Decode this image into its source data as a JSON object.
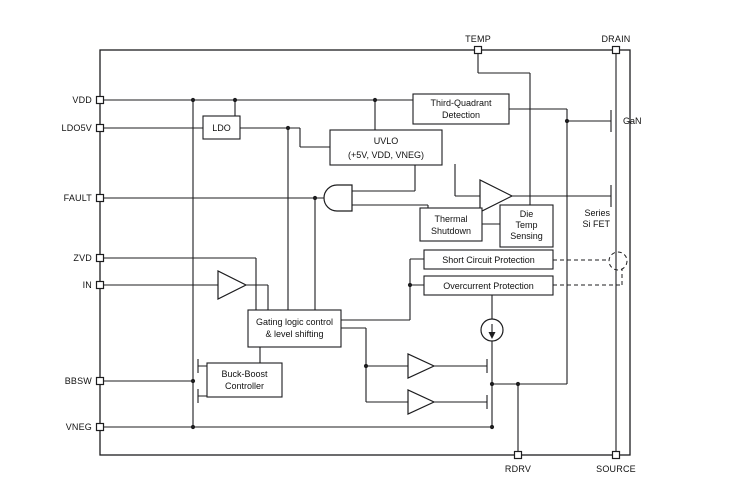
{
  "colors": {
    "line": "#1d1d1f",
    "background": "#ffffff"
  },
  "pins": {
    "vdd": "VDD",
    "ldo5v": "LDO5V",
    "fault": "FAULT",
    "zvd": "ZVD",
    "in": "IN",
    "bbsw": "BBSW",
    "vneg": "VNEG",
    "temp": "TEMP",
    "drain": "DRAIN",
    "rdrv": "RDRV",
    "source": "SOURCE"
  },
  "blocks": {
    "ldo": "LDO",
    "uvlo": {
      "line1": "UVLO",
      "line2": "(+5V, VDD, VNEG)"
    },
    "third_quadrant": {
      "line1": "Third-Quadrant",
      "line2": "Detection"
    },
    "thermal_shutdown": {
      "line1": "Thermal",
      "line2": "Shutdown"
    },
    "die_temp": {
      "line1": "Die",
      "line2": "Temp",
      "line3": "Sensing"
    },
    "short_circuit": "Short Circuit Protection",
    "overcurrent": "Overcurrent Protection",
    "gating": {
      "line1": "Gating logic control",
      "line2": "& level shifting"
    },
    "buck_boost": {
      "line1": "Buck-Boost",
      "line2": "Controller"
    }
  },
  "labels": {
    "gan": "GaN",
    "series_fet": {
      "line1": "Series",
      "line2": "Si FET"
    }
  }
}
